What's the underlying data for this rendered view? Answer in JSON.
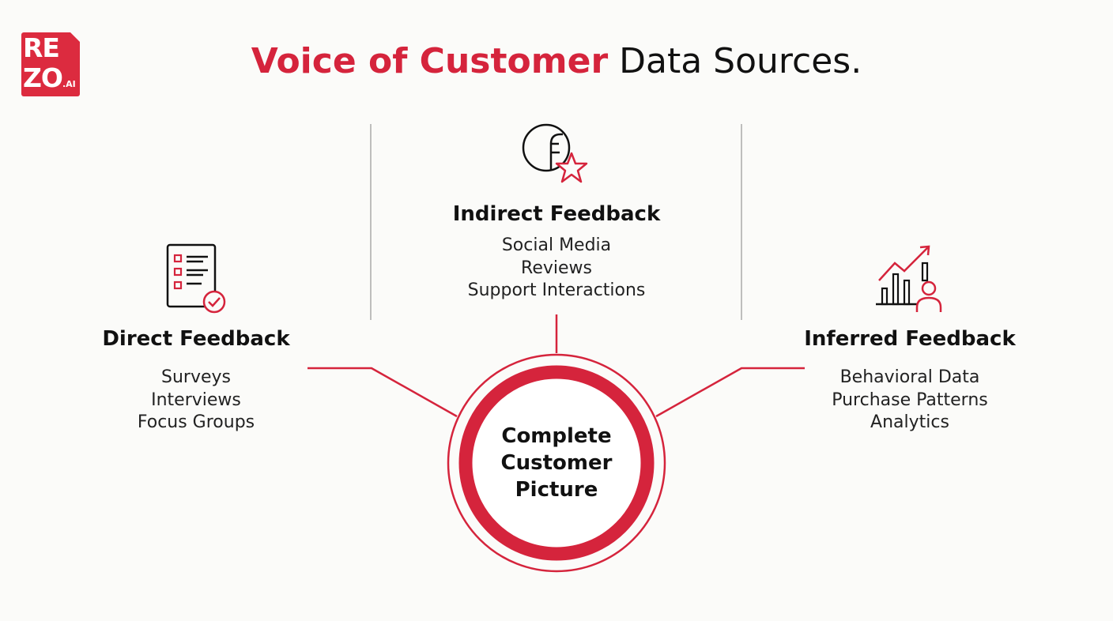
{
  "logo": {
    "line1": "RE",
    "line2": "ZO",
    "suffix": ".AI"
  },
  "title": {
    "accent": "Voice of Customer",
    "rest": " Data Sources."
  },
  "center": {
    "lines": [
      "Complete",
      "Customer",
      "Picture"
    ]
  },
  "sources": [
    {
      "heading": "Direct Feedback",
      "icon": "checklist-icon",
      "items": [
        "Surveys",
        "Interviews",
        "Focus Groups"
      ]
    },
    {
      "heading": "Indirect Feedback",
      "icon": "facebook-star-icon",
      "items": [
        "Social Media",
        "Reviews",
        "Support Interactions"
      ]
    },
    {
      "heading": "Inferred Feedback",
      "icon": "analytics-person-icon",
      "items": [
        "Behavioral Data",
        "Purchase Patterns",
        "Analytics"
      ]
    }
  ],
  "colors": {
    "accent": "#d5243c",
    "text": "#111111",
    "divider": "#a9a9a9",
    "background": "#fbfbf9"
  }
}
